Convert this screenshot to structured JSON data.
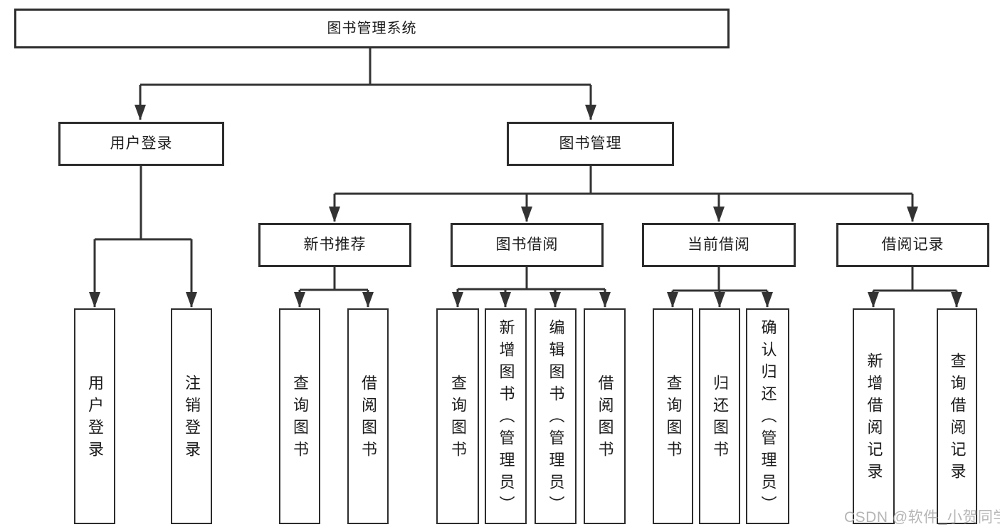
{
  "diagram_title": "图书管理系统",
  "nodes": {
    "root": "图书管理系统",
    "user_login_group": "用户登录",
    "book_mgmt_group": "图书管理",
    "new_book_group": "新书推荐",
    "book_borrow_group": "图书借阅",
    "current_borrow_group": "当前借阅",
    "borrow_record_group": "借阅记录",
    "user_login_leaf": "用户登录",
    "logout_leaf": "注销登录",
    "new_book_query_leaf": "查询图书",
    "new_book_borrow_leaf": "借阅图书",
    "book_borrow_query_leaf": "查询图书",
    "book_borrow_add_leaf": "新增图书（管理员）",
    "book_borrow_edit_leaf": "编辑图书（管理员）",
    "book_borrow_borrow_leaf": "借阅图书",
    "current_borrow_query_leaf": "查询图书",
    "current_borrow_return_leaf": "归还图书",
    "current_borrow_confirm_leaf": "确认归还（管理员）",
    "borrow_record_add_leaf": "新增借阅记录",
    "borrow_record_query_leaf": "查询借阅记录"
  },
  "hierarchy": {
    "root": [
      "user_login_group",
      "book_mgmt_group"
    ],
    "user_login_group": [
      "user_login_leaf",
      "logout_leaf"
    ],
    "book_mgmt_group": [
      "new_book_group",
      "book_borrow_group",
      "current_borrow_group",
      "borrow_record_group"
    ],
    "new_book_group": [
      "new_book_query_leaf",
      "new_book_borrow_leaf"
    ],
    "book_borrow_group": [
      "book_borrow_query_leaf",
      "book_borrow_add_leaf",
      "book_borrow_edit_leaf",
      "book_borrow_borrow_leaf"
    ],
    "current_borrow_group": [
      "current_borrow_query_leaf",
      "current_borrow_return_leaf",
      "current_borrow_confirm_leaf"
    ],
    "borrow_record_group": [
      "borrow_record_add_leaf",
      "borrow_record_query_leaf"
    ]
  },
  "watermark": "CSDN @软件_小贺同学",
  "colors": {
    "line": "#333333",
    "box_border": "#2d2d2d",
    "text": "#1c1c1c",
    "watermark": "#b5b5b5",
    "background": "#ffffff"
  }
}
